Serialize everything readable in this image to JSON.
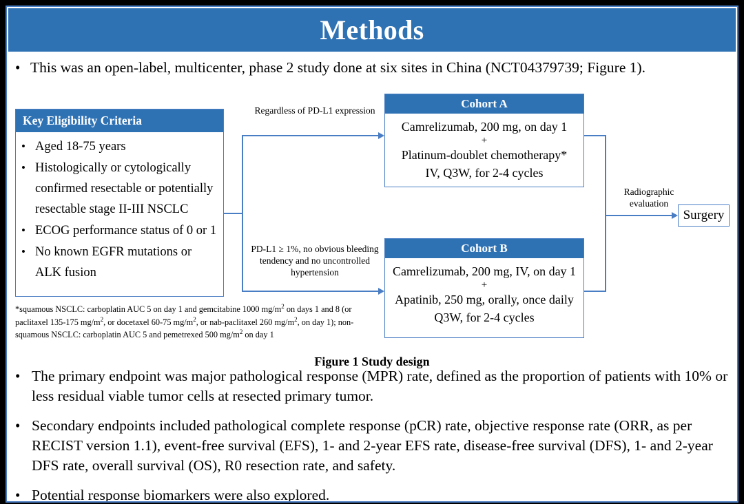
{
  "slide": {
    "title": "Methods",
    "accent_blue": "#2f72b4",
    "line_blue": "#4a7ec4",
    "frame_black": "#000000"
  },
  "intro_bullet": {
    "marker": "•",
    "text": "This was an open-label, multicenter, phase 2 study done at six sites in China (NCT04379739; Figure 1)."
  },
  "figure": {
    "caption": "Figure 1 Study design",
    "eligibility": {
      "header": "Key  Eligibility Criteria",
      "marker": "•",
      "items": [
        "Aged 18-75 years",
        "Histologically or cytologically confirmed resectable or potentially resectable stage II-III  NSCLC",
        "ECOG performance status of 0 or 1",
        "No known EGFR mutations or ALK fusion"
      ]
    },
    "footnote": "*squamous NSCLC: carboplatin AUC 5 on day 1 and gemcitabine 1000 mg/m2 on days 1 and 8 (or paclitaxel 135-175 mg/m2, or docetaxel 60-75 mg/m2, or nab-paclitaxel 260 mg/m2, on day 1); non-squamous NSCLC: carboplatin AUC 5 and pemetrexed 500 mg/m2 on day 1",
    "annotations": {
      "pdl1_top": "Regardless of PD-L1 expression",
      "pdl1_bottom": "PD-L1 ≥ 1%, no obvious bleeding tendency and no uncontrolled hypertension",
      "radiographic": "Radiographic evaluation"
    },
    "cohort_a": {
      "header": "Cohort A",
      "line1": "Camrelizumab, 200 mg, on day 1",
      "plus": "+",
      "line2": "Platinum-doublet chemotherapy*",
      "line3": "IV, Q3W, for 2-4 cycles"
    },
    "cohort_b": {
      "header": "Cohort B",
      "line1": "Camrelizumab, 200 mg, IV, on day 1",
      "plus": "+",
      "line2": "Apatinib, 250 mg, orally, once daily",
      "line3": "Q3W, for 2-4 cycles"
    },
    "surgery": "Surgery"
  },
  "endpoints": {
    "marker": "•",
    "items": [
      "The primary endpoint was major pathological response (MPR) rate, defined as the proportion of patients with 10% or less residual viable tumor cells at resected primary tumor.",
      "Secondary endpoints included pathological complete response (pCR) rate, objective response rate (ORR, as per RECIST version 1.1), event-free survival (EFS), 1- and 2-year EFS rate, disease-free survival (DFS), 1- and 2-year DFS rate, overall survival (OS), R0 resection rate, and safety.",
      "Potential response biomarkers were also explored."
    ]
  }
}
